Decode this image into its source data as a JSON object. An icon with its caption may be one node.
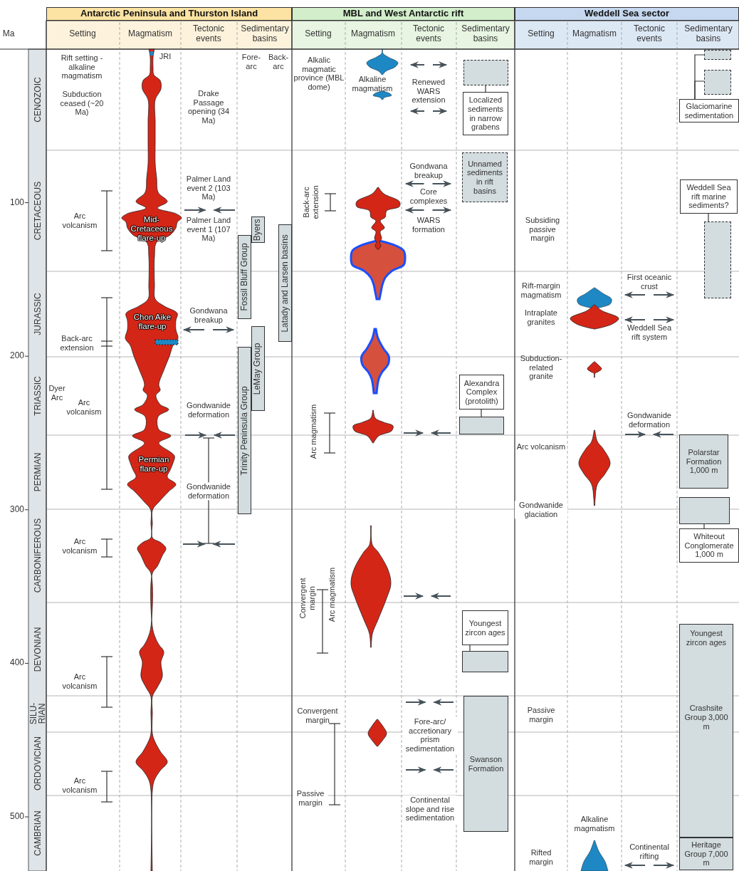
{
  "diagram": {
    "nodes": [
      {
        "text": [
          "Antarctic Peninsula and Thurston Island"
        ]
      },
      {
        "text": [
          "MBL and West Antarctic rift"
        ]
      },
      {
        "text": [
          "Weddell Sea sector"
        ]
      },
      {
        "text": [
          "Fossil Bluff Group"
        ]
      },
      {
        "text": [
          "Byers"
        ]
      },
      {
        "text": [
          "Latady and Larsen basins"
        ]
      },
      {
        "text": [
          "Trinity Peninsula Group"
        ]
      },
      {
        "text": [
          "LeMay Group"
        ]
      },
      {
        "text": [],
        "shape": "box"
      },
      {
        "text": [
          "Localized sediments in narrow grabens"
        ]
      },
      {
        "text": [
          "Unnamed sediments in rift basins"
        ]
      },
      {
        "text": [
          "Alexandra Complex (protolith)"
        ]
      },
      {
        "text": [],
        "shape": "box"
      },
      {
        "text": [
          "Youngest zircon ages"
        ]
      },
      {
        "text": [],
        "shape": "box"
      },
      {
        "text": [
          "Swanson Formation"
        ]
      },
      {
        "text": [],
        "shape": "box"
      },
      {
        "text": [],
        "shape": "box"
      },
      {
        "text": [
          "Glaciomarine sedimentation"
        ]
      },
      {
        "text": [
          "Weddell Sea rift marine sediments?"
        ]
      },
      {
        "text": [],
        "shape": "box"
      },
      {
        "text": [
          "Polarstar Formation 1,000 m"
        ]
      },
      {
        "text": [],
        "shape": "box"
      },
      {
        "text": [
          "Whiteout Conglomerate 1,000 m"
        ]
      },
      {
        "text": [
          "Youngest zircon ages",
          "Crashsite Group 3,000 m"
        ]
      },
      {
        "text": [
          "Heritage Group 7,000 m"
        ]
      }
    ],
    "edges": [
      {
        "from": 9,
        "to": 8,
        "arrow": "none"
      },
      {
        "from": 11,
        "to": 12,
        "arrow": "none"
      },
      {
        "from": 13,
        "to": 14,
        "arrow": "none"
      },
      {
        "from": 18,
        "to": 16,
        "arrow": "none"
      },
      {
        "from": 18,
        "to": 17,
        "arrow": "none"
      },
      {
        "from": 19,
        "to": 20,
        "arrow": "none"
      },
      {
        "from": 23,
        "to": 22,
        "arrow": "none"
      }
    ],
    "labels": [
      "Ma",
      "Setting",
      "Magmatism",
      "Tectonic events",
      "Sedimentary basins",
      "Setting",
      "Magmatism",
      "Tectonic events",
      "Sedimentary basins",
      "Setting",
      "Magmatism",
      "Tectonic events",
      "Sedimentary basins",
      "CENOZOIC",
      "CRETACEOUS",
      "JURASSIC",
      "TRIASSIC",
      "PERMIAN",
      "CARBONIFEROUS",
      "DEVONIAN",
      "SILU-RIAN",
      "ORDOVICIAN",
      "CAMBRIAN",
      "100",
      "200",
      "300",
      "400",
      "500",
      "Rift setting - alkaline magmatism",
      "Subduction ceased (~20 Ma)",
      "Arc volcanism",
      "Back-arc extension",
      "Dyer Arc",
      "Arc volcanism",
      "Arc volcanism",
      "Arc volcanism",
      "Arc volcanism",
      "JRI",
      "Mid-Cretaceous flare-up",
      "Chon Aike flare-up",
      "Permian flare-up",
      "Drake Passage opening (34 Ma)",
      "Palmer Land event 2 (103 Ma)",
      "Palmer Land event 1 (107 Ma)",
      "Gondwana breakup",
      "Gondwanide deformation",
      "Gondwanide deformation",
      "Fore- arc",
      "Back- arc",
      "Alkalic magmatic province (MBL dome)",
      "Back-arc extension",
      "Arc magmatism",
      "Convergent margin",
      "Arc magmatism",
      "Convergent margin",
      "Passive margin",
      "Alkaline magmatism",
      "Renewed WARS extension",
      "Gondwana breakup",
      "Core complexes",
      "WARS formation",
      "Fore-arc/ accretionary prism sedimentation",
      "Continental slope and rise sedimentation",
      "Subsiding passive margin",
      "Rift-margin magmatism",
      "Intraplate granites",
      "Subduction- related granite",
      "Arc volcanism",
      "Gondwanide glaciation",
      "Passive margin",
      "Rifted margin",
      "Alkaline magmatism",
      "First oceanic crust",
      "Weddell Sea rift system",
      "Gondwanide deformation",
      "Continental rifting"
    ]
  }
}
